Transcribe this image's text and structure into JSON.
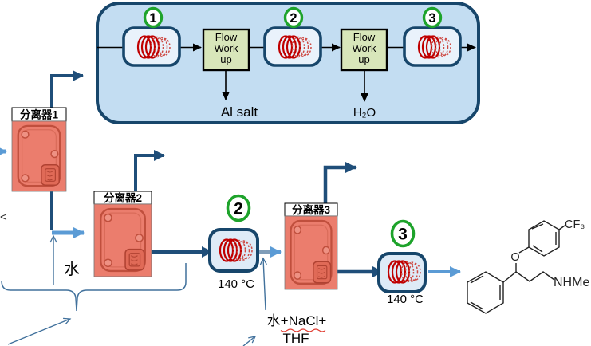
{
  "colors": {
    "outer_box_fill": "#C3DDF2",
    "outer_box_border": "#17466B",
    "reactor_box_fill": "#E9F2FB",
    "reactor_box_border": "#17466B",
    "workup_fill": "#D8E6BA",
    "coil_red": "#C00000",
    "stage_green": "#1EA32B",
    "separator_fill": "#EB7D6D",
    "separator_line": "#C04F3D",
    "flow_navy": "#1F4E79",
    "flow_lightblue": "#5B9BD5",
    "stream_gray_blue": "#7F9DB9",
    "annotation_blue": "#41719C",
    "squiggle_red": "#E03C31"
  },
  "top_box": {
    "stages": [
      {
        "number": "1"
      },
      {
        "number": "2"
      },
      {
        "number": "3"
      }
    ],
    "workup_lines": [
      "Flow",
      "Work",
      "up"
    ],
    "workup1_output": "Al salt",
    "workup2_output": "H₂O"
  },
  "separators": [
    {
      "label": "分离器1"
    },
    {
      "label": "分离器2"
    },
    {
      "label": "分离器3"
    }
  ],
  "reactors": [
    {
      "number": "2",
      "temp": "140 °C"
    },
    {
      "number": "3",
      "temp": "140 °C"
    }
  ],
  "annotations": {
    "water": "水",
    "reagent_line1": "水+NaCl+",
    "reagent_line2": "THF",
    "edge_fragment": "<"
  },
  "molecule": {
    "cf3": "CF₃",
    "ether_o": "O",
    "amine": "NHMe"
  }
}
